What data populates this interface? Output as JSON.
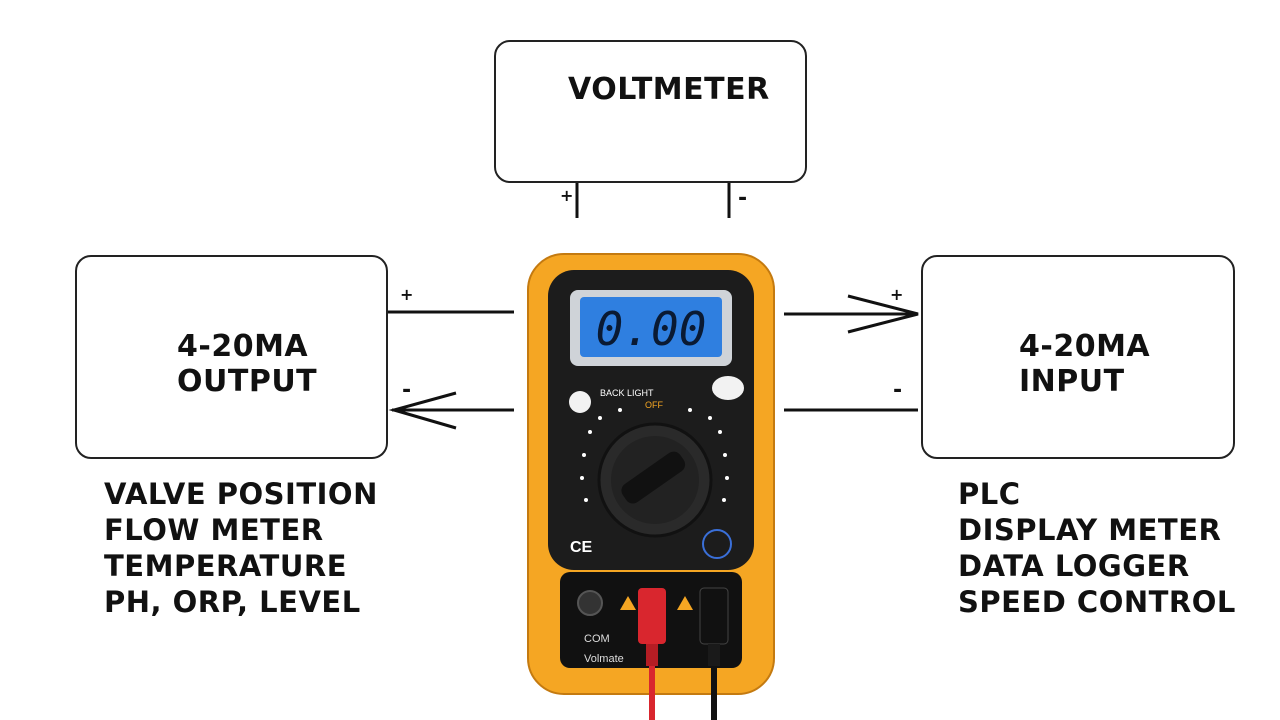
{
  "voltmeter": {
    "title": "VOLTMETER",
    "plus": "+",
    "minus": "-"
  },
  "output_box": {
    "line1": "4-20MA",
    "line2": "OUTPUT",
    "plus": "+",
    "minus": "-"
  },
  "input_box": {
    "line1": "4-20MA",
    "line2": "INPUT",
    "plus": "+",
    "minus": "-"
  },
  "output_devices": [
    "VALVE POSITION",
    "FLOW METER",
    "TEMPERATURE",
    "PH, ORP, LEVEL"
  ],
  "input_devices": [
    "PLC",
    "DISPLAY METER",
    "DATA LOGGER",
    "SPEED CONTROL"
  ],
  "multimeter": {
    "display": "0.00",
    "backlight_label": "BACK LIGHT",
    "off_label": "OFF",
    "brand": "Volmate",
    "com_label": "COM",
    "ce_mark": "CE",
    "colors": {
      "body": "#f5a623",
      "face": "#1c1c1c",
      "lcd": "#2f7fe0"
    }
  }
}
